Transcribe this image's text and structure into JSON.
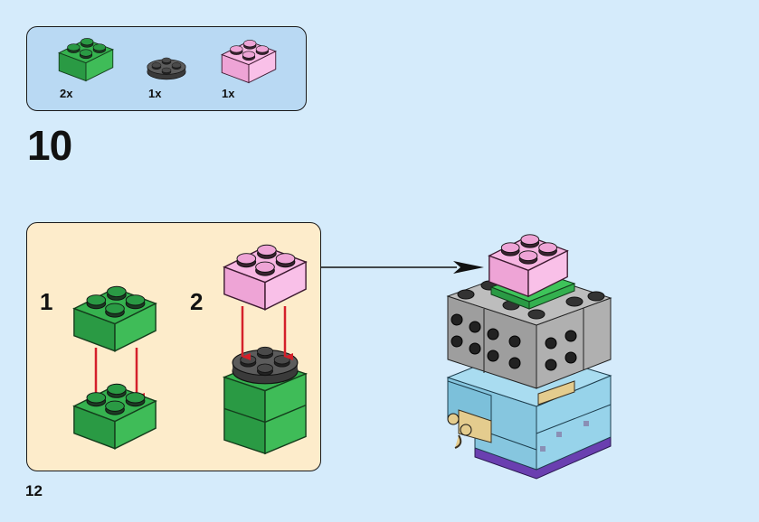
{
  "parts_list": {
    "items": [
      {
        "name": "green 2x2 brick",
        "color": "#2ea84a",
        "quantity": "2x"
      },
      {
        "name": "dark gray 2x2 round plate",
        "color": "#5a5a5a",
        "quantity": "1x"
      },
      {
        "name": "pink 2x2 brick",
        "color": "#f6aede",
        "quantity": "1x"
      }
    ]
  },
  "step": {
    "number": "10",
    "substeps": [
      {
        "label": "1"
      },
      {
        "label": "2"
      }
    ]
  },
  "page_number": "12",
  "colors": {
    "page_bg": "#d5ebfb",
    "parts_bg": "#b9d9f3",
    "substep_bg": "#fdeccb",
    "green": "#2ea84a",
    "pink": "#f6aede",
    "dark_gray": "#5a5a5a",
    "arrow_red": "#d4202a",
    "light_gray": "#a8a8a8",
    "light_blue": "#8fd0e8",
    "tan": "#e4cc8e",
    "purple": "#6a3fb0"
  }
}
